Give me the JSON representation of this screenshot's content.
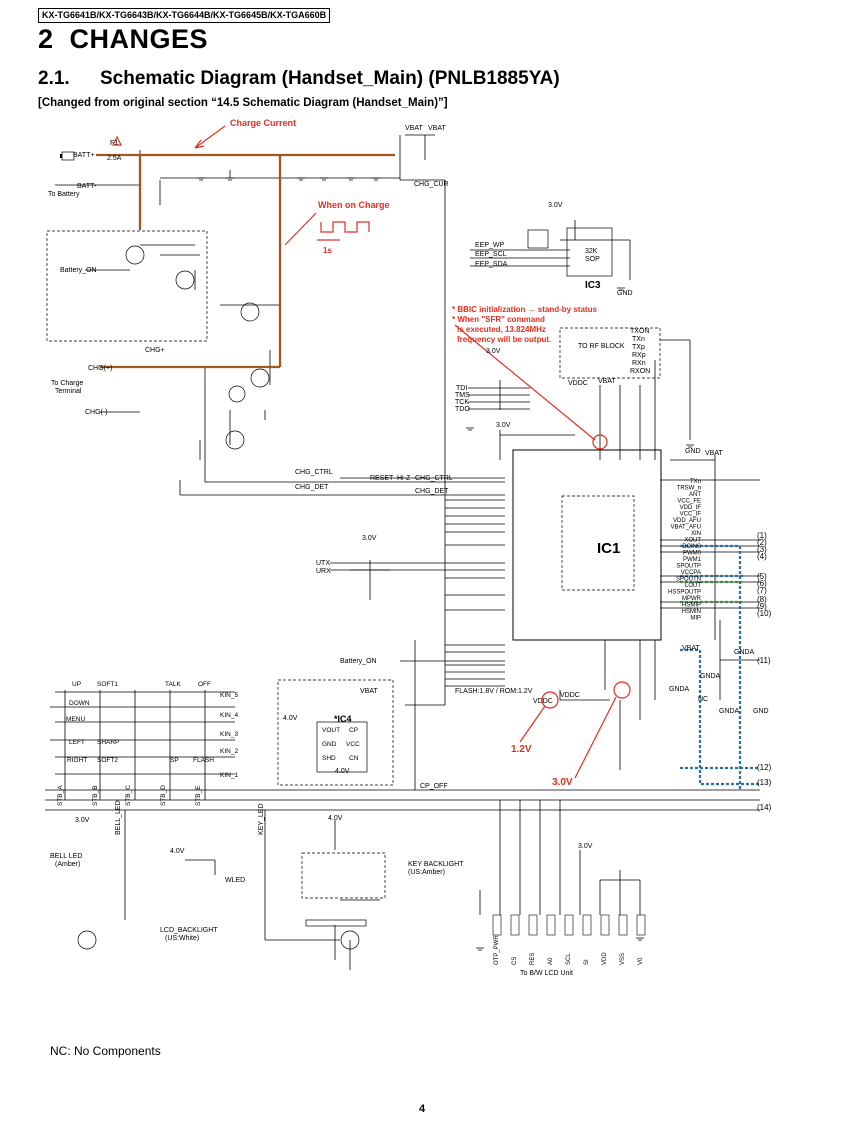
{
  "header": {
    "model_tag": "KX-TG6641B/KX-TG6643B/KX-TG6644B/KX-TG6645B/KX-TGA660B",
    "chapter_num": "2",
    "chapter_title": "CHANGES",
    "section_num": "2.1.",
    "section_title": "Schematic Diagram (Handset_Main) (PNLB1885YA)",
    "changed_note": "[Changed from original section “14.5 Schematic Diagram (Handset_Main)”]"
  },
  "annotations": {
    "charge_current": "Charge Current",
    "when_on_charge": "When on Charge",
    "pulse_period": "1s",
    "bbic_line1": "* BBIC initialization → stand-by status",
    "bbic_line2": "* When \"SFR\" command",
    "bbic_line3": "is executed, 13.824MHz",
    "bbic_line4": "frequency will be output.",
    "v_1_2": "1.2V",
    "v_3_0": "3.0V"
  },
  "blocks": {
    "ic1": "IC1",
    "ic3": "IC3",
    "ic4": "*IC4",
    "ic3_part": "32K",
    "ic3_pkg": "SOP"
  },
  "labels": {
    "batt_plus": "BATT+",
    "batt_minus": "BATT-",
    "to_battery": "To Battery",
    "f1": "F1",
    "f1_rating": "2.5A",
    "vbat": "VBAT",
    "chg_cur": "CHG_CUR",
    "chg_plus": "CHG(+)",
    "chg_minus": "CHG(-)",
    "chg_plus_net": "CHG+",
    "to_charge": "To Charge",
    "terminal": "Terminal",
    "battery_on": "Battery_ON",
    "chg_ctrl": "CHG_CTRL",
    "chg_det": "CHG_DET",
    "reset": "RESET",
    "hiz": "Hi-Z",
    "eep_wp": "EEP_WP",
    "eep_scl": "EEP_SCL",
    "eep_sda": "EEP_SDA",
    "to_rf_block": "TO RF BLOCK",
    "txon": "TXON",
    "txn": "TXn",
    "txp": "TXp",
    "rxp": "RXp",
    "rxn": "RXn",
    "rxon": "RXON",
    "tdi": "TDI",
    "tms": "TMS",
    "tck": "TCK",
    "tdo": "TDO",
    "utx": "UTX",
    "urx": "URX",
    "flash_note": "FLASH:1.8V / ROM:1.2V",
    "vddc": "VDDC",
    "cp_off": "CP_OFF",
    "key_led": "KEY_LED",
    "bell_led": "BELL_LED",
    "bell_led_amber": "BELL LED",
    "amber": "(Amber)",
    "lcd_backlight": "LCD_BACKLIGHT",
    "us_white": "(US:White)",
    "key_backlight": "KEY BACKLIGHT",
    "us_amber": "(US:Amber)",
    "wled": "WLED",
    "to_bw_lcd": "To B/W LCD Unit",
    "gnd": "GND",
    "gnda": "GNDA",
    "v30": "3.0V",
    "v40": "4.0V",
    "nc": "NC",
    "soft1": "SOFT1",
    "talk": "TALK",
    "off": "OFF",
    "up": "UP",
    "down": "DOWN",
    "menu": "MENU",
    "left": "LEFT",
    "sharp": "SHARP",
    "right": "RIGHT",
    "soft2": "SOFT2",
    "sp": "SP",
    "flash": "FLASH",
    "kin_5": "KIN_5",
    "kin_4": "KIN_4",
    "kin_3": "KIN_3",
    "kin_2": "KIN_2",
    "kin_1": "KIN_1",
    "stb_a": "STB_A",
    "stb_b": "STB_B",
    "stb_c": "STB_C",
    "stb_d": "STB_D",
    "stb_e": "STB_E",
    "vout": "VOUT",
    "cp": "CP",
    "vcc": "VCC",
    "cn": "CN",
    "shd": "SHD"
  },
  "right_pins": [
    "TXn",
    "TRSW_n",
    "ANT",
    "VCC_FE",
    "VDD_IF",
    "VCC_IF",
    "VDD_AFU",
    "VBAT_AFU",
    "XIN",
    "XOUT",
    "DCINS",
    "PWM0",
    "PWM1",
    "SPOUTP",
    "VCCPA",
    "SPOUTN",
    "LOUT",
    "HSSPOUTP",
    "MPWR",
    "HSMIP",
    "HSMIN",
    "MIP"
  ],
  "connector_nums": [
    "(1)",
    "(2)",
    "(3)",
    "(4)",
    "(5)",
    "(6)",
    "(7)",
    "(8)",
    "(9)",
    "(10)",
    "(11)",
    "(12)",
    "(13)",
    "(14)"
  ],
  "lcd_pins": [
    "OTP_PWR",
    "CS",
    "RES",
    "A0",
    "SCL",
    "SI",
    "VDD",
    "VSS",
    "V0"
  ],
  "footer": {
    "nc_note": "NC: No Components",
    "page_number": "4"
  },
  "colors": {
    "charge_path": "#a0581e",
    "annotation_red": "#e03020",
    "audio_path": "#2a6fa8",
    "audio_alt": "#3a8a4a",
    "wire": "#000000"
  }
}
